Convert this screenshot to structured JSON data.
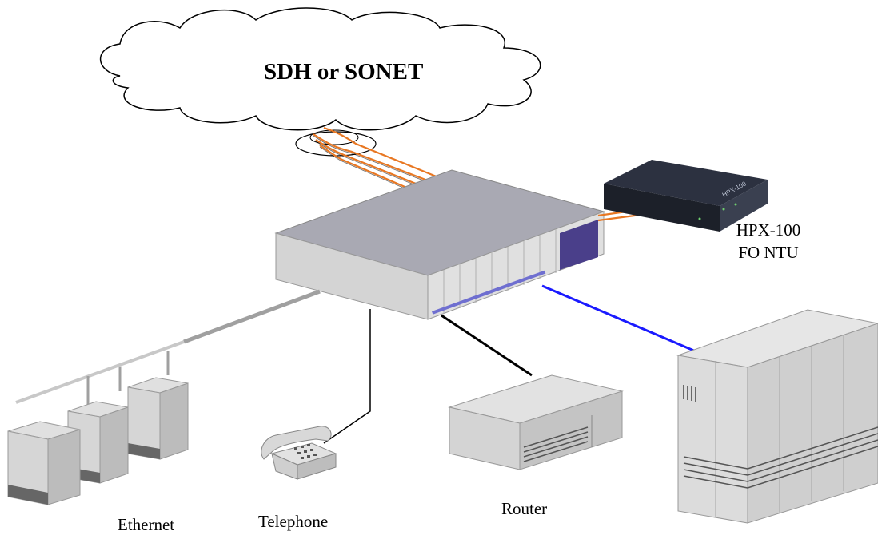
{
  "labels": {
    "network": "SDH or SONET",
    "ntu_line1": "HPX-100",
    "ntu_line2": "FO NTU",
    "router": "Router",
    "telephone": "Telephone",
    "ethernet": "Ethernet",
    "ntu_device_badge": "HPX-100"
  },
  "colors": {
    "fiber": "#e87722",
    "coax_blue": "#1a1aff",
    "ethernet_bus": "#a0a0a0",
    "device_gray": "#c8c8c8",
    "panel_purple": "#4a3f8a"
  }
}
